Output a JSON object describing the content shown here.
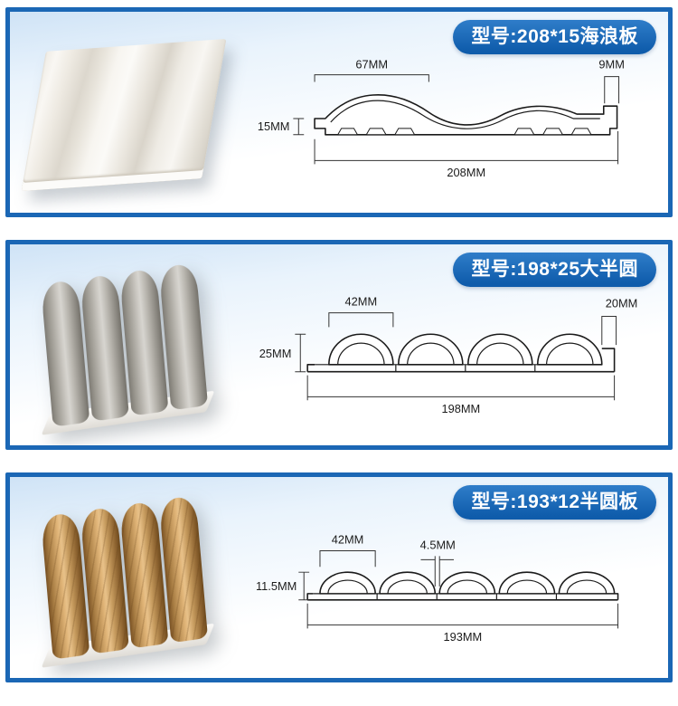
{
  "colors": {
    "panel_border_blue": "#1b67b5",
    "badge_blue": "#0f5cab",
    "badge_text": "#ffffff",
    "panel_bg_light_blue": "#cfe3f6",
    "diagram_line": "#1b1b1b"
  },
  "panels": [
    {
      "badge": "型号:208*15海浪板",
      "dims": {
        "top": "67MM",
        "right": "9MM",
        "left": "15MM",
        "bottom": "208MM"
      }
    },
    {
      "badge": "型号:198*25大半圆",
      "dims": {
        "top": "42MM",
        "right": "20MM",
        "left": "25MM",
        "bottom": "198MM"
      }
    },
    {
      "badge": "型号:193*12半圆板",
      "dims": {
        "top": "42MM",
        "gap": "4.5MM",
        "left": "11.5MM",
        "bottom": "193MM"
      }
    }
  ]
}
